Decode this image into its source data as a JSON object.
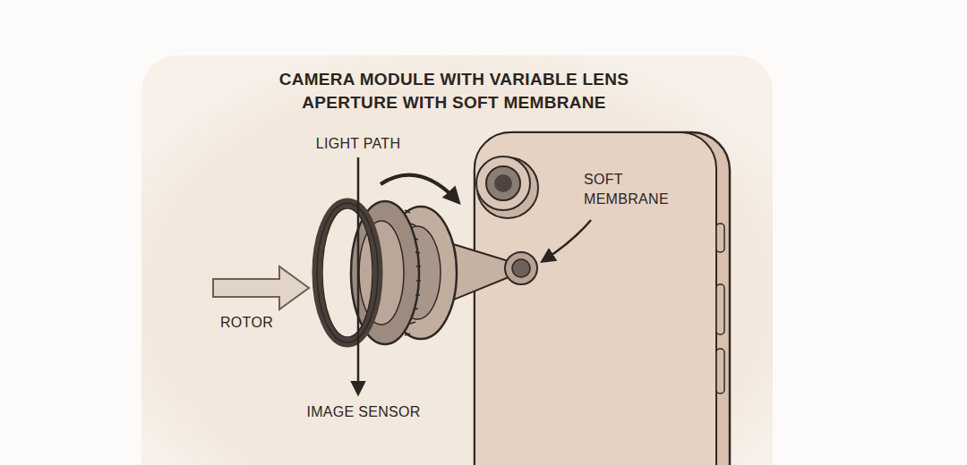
{
  "diagram": {
    "title": "CAMERA MODULE WITH VARIABLE LENS APERTURE WITH SOFT MEMBRANE",
    "labels": [
      "LIGHT PATH",
      "SOFT MEMBRANE",
      "ROTOR",
      "IMAGE SENSOR"
    ]
  }
}
